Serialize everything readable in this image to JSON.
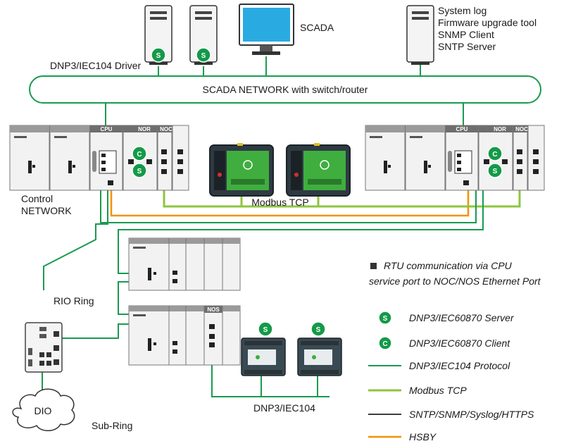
{
  "labels": {
    "scada": "SCADA",
    "system_log": "System log",
    "firmware_tool": "Firmware upgrade tool",
    "snmp_client": "SNMP Client",
    "sntp_server": "SNTP Server",
    "dnp3_driver": "DNP3/IEC104 Driver",
    "scada_network": "SCADA NETWORK with switch/router",
    "control_network_line1": "Control",
    "control_network_line2": "NETWORK",
    "modbus_tcp": "Modbus TCP",
    "rio_ring": "RIO Ring",
    "dio": "DIO",
    "sub_ring": "Sub-Ring",
    "dnp3_iec104_bottom": "DNP3/IEC104"
  },
  "modules": {
    "cpu": "CPU",
    "nor": "NOR",
    "noc": "NOC",
    "nos": "NOS"
  },
  "badges": {
    "server": "S",
    "client": "C"
  },
  "note": {
    "line1": "RTU communication via CPU",
    "line2": "service port to NOC/NOS Ethernet Port"
  },
  "legend": {
    "server": "DNP3/IEC60870 Server",
    "client": "DNP3/IEC60870 Client",
    "dnp3_protocol": "DNP3/IEC104 Protocol",
    "modbus_tcp": "Modbus TCP",
    "sntp": "SNTP/SNMP/Syslog/HTTPS",
    "hsby": "HSBY"
  },
  "colors": {
    "dnp3_line": "#1a9a50",
    "modbus_line": "#8cc63f",
    "sntp_line": "#3c3c3c",
    "hsby_line": "#f39200",
    "badge_fill": "#139a48",
    "module_header": "#6e6e6e"
  }
}
